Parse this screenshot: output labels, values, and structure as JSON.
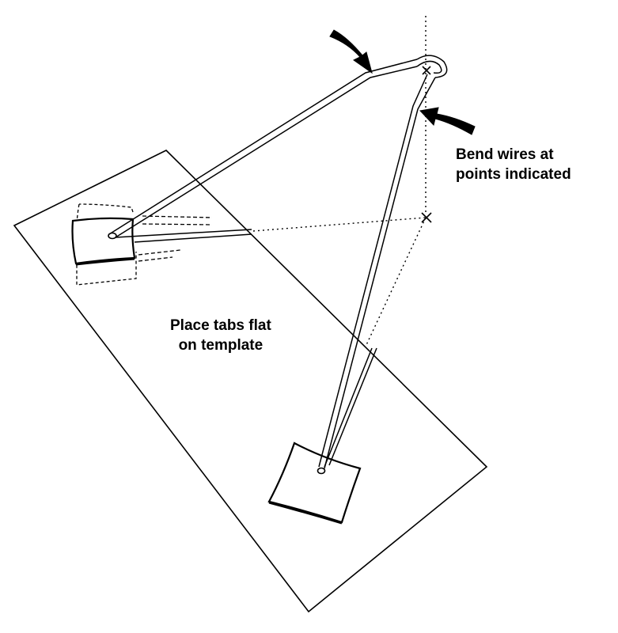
{
  "labels": {
    "bend_instruction": [
      "Bend wires at",
      "points indicated"
    ],
    "tabs_instruction": [
      "Place tabs flat",
      "on template"
    ]
  },
  "markers": {
    "top_bend_symbol": "×",
    "lower_bend_symbol": "×"
  },
  "colors": {
    "ink": "#000000",
    "paper": "#ffffff"
  }
}
